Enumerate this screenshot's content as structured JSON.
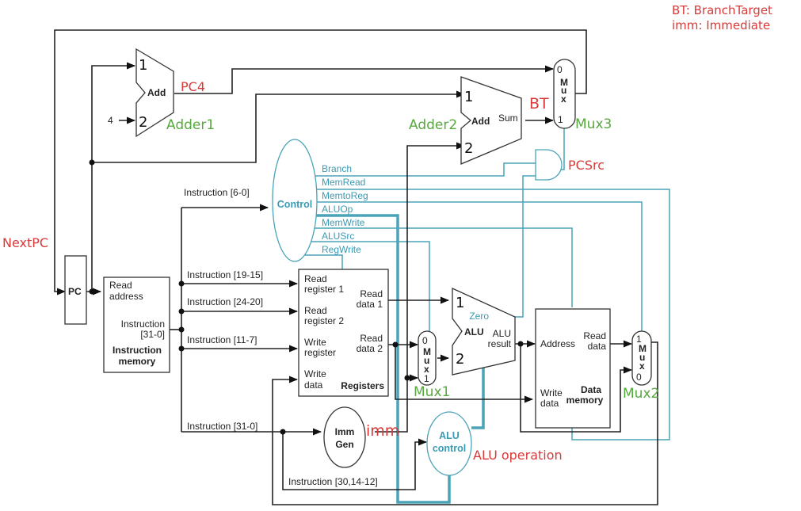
{
  "legend": {
    "line1": "BT: BranchTarget",
    "line2": "imm: Immediate"
  },
  "adder1": {
    "op": "Add",
    "in1": "1",
    "in2": "2",
    "const": "4",
    "name": "Adder1",
    "output": "PC4"
  },
  "adder2": {
    "op": "Add",
    "in1": "1",
    "in2": "2",
    "sum": "Sum",
    "name": "Adder2",
    "output": "BT"
  },
  "mux3": {
    "in0": "0",
    "in1": "1",
    "letters": [
      "M",
      "u",
      "x"
    ],
    "name": "Mux3",
    "select": "PCSrc"
  },
  "next_pc": "NextPC",
  "pc": "PC",
  "instruction_memory": {
    "read_address": [
      "Read",
      "address"
    ],
    "instruction": [
      "Instruction",
      "[31-0]"
    ],
    "title": [
      "Instruction",
      "memory"
    ]
  },
  "instruction_fields": {
    "opcode": "Instruction [6-0]",
    "rs1": "Instruction [19-15]",
    "rs2": "Instruction [24-20]",
    "rd": "Instruction [11-7]",
    "full": "Instruction [31-0]",
    "alu_ctrl": "Instruction [30,14-12]"
  },
  "control": {
    "label": "Control",
    "signals": [
      "Branch",
      "MemRead",
      "MemtoReg",
      "ALUOp",
      "MemWrite",
      "ALUSrc",
      "RegWrite"
    ]
  },
  "registers": {
    "read_register_1": [
      "Read",
      "register 1"
    ],
    "read_register_2": [
      "Read",
      "register 2"
    ],
    "write_register": [
      "Write",
      "register"
    ],
    "write_data": [
      "Write",
      "data"
    ],
    "read_data_1": [
      "Read",
      "data 1"
    ],
    "read_data_2": [
      "Read",
      "data 2"
    ],
    "title": "Registers"
  },
  "mux1": {
    "in0": "0",
    "in1": "1",
    "letters": [
      "M",
      "u",
      "x"
    ],
    "name": "Mux1"
  },
  "alu": {
    "label": "ALU",
    "in1": "1",
    "in2": "2",
    "zero": "Zero",
    "result": [
      "ALU",
      "result"
    ]
  },
  "data_memory": {
    "address": "Address",
    "read_data": [
      "Read",
      "data"
    ],
    "write_data": [
      "Write",
      "data"
    ],
    "title": [
      "Data",
      "memory"
    ]
  },
  "mux2": {
    "in1": "1",
    "in0": "0",
    "letters": [
      "M",
      "u",
      "x"
    ],
    "name": "Mux2"
  },
  "imm_gen": {
    "label": [
      "Imm",
      "Gen"
    ],
    "output": "imm"
  },
  "alu_control": {
    "label": [
      "ALU",
      "control"
    ],
    "output": "ALU operation"
  },
  "colors": {
    "control": "#4aa3b8",
    "annotation_red": "#d83a3a",
    "annotation_green": "#57a83e"
  }
}
